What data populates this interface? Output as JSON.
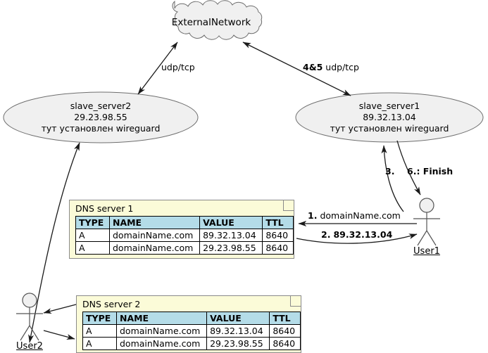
{
  "diagram": {
    "title": "Network / DNS resolution diagram",
    "background_color": "#ffffff",
    "node_fill": "#f0f0f0",
    "node_stroke": "#6e6e6e",
    "note_fill": "#fbfbd8",
    "note_stroke": "#8a8a8a",
    "table_header_fill": "#b4dce8",
    "line_color": "#1a1a1a"
  },
  "cloud": {
    "label": "ExternalNetwork"
  },
  "servers": {
    "left": {
      "name": "slave_server2",
      "ip": "29.23.98.55",
      "note": "тут установлен wireguard"
    },
    "right": {
      "name": "slave_server1",
      "ip": "89.32.13.04",
      "note": "тут установлен wireguard"
    }
  },
  "actors": {
    "user1": {
      "label": "User1"
    },
    "user2": {
      "label": "User2"
    }
  },
  "edge_labels": {
    "cloud_left": "udp/tcp",
    "cloud_right_num": "4&5",
    "cloud_right_text": "udp/tcp",
    "step3": "3.",
    "step6": "6.: Finish",
    "step1_num": "1.",
    "step1_text": "domainName.com",
    "step2_num": "2.",
    "step2_text": "89.32.13.04"
  },
  "dns_servers": [
    {
      "title": "DNS server 1",
      "columns": [
        "TYPE",
        "NAME",
        "VALUE",
        "TTL"
      ],
      "rows": [
        [
          "A",
          "domainName.com",
          "89.32.13.04",
          "8640"
        ],
        [
          "A",
          "domainName.com",
          "29.23.98.55",
          "8640"
        ]
      ]
    },
    {
      "title": "DNS server 2",
      "columns": [
        "TYPE",
        "NAME",
        "VALUE",
        "TTL"
      ],
      "rows": [
        [
          "A",
          "domainName.com",
          "89.32.13.04",
          "8640"
        ],
        [
          "A",
          "domainName.com",
          "29.23.98.55",
          "8640"
        ]
      ]
    }
  ]
}
